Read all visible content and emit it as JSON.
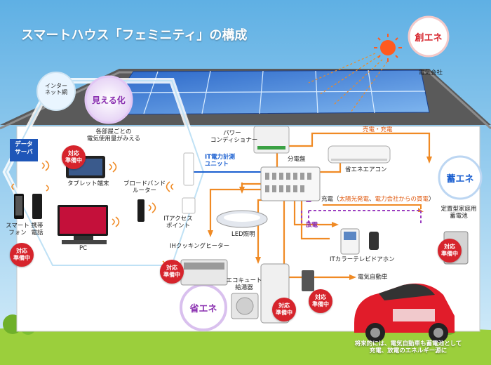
{
  "title": "スマートハウス「フェミニティ」の構成",
  "circles": {
    "create": "創エネ",
    "store": "蓄エネ",
    "save": "省エネ",
    "visualize": "見える化",
    "internet": "インター\nネット網"
  },
  "labels": {
    "data_server": "データ\nサーバ",
    "power_company": "電気会社",
    "power_conditioner": "パワー\nコンディショナー",
    "distribution_board": "分電盤",
    "it_meter": "IT電力計測\nユニット",
    "per_room": "各部屋ごとの\n電気使用量がみえる",
    "tablet": "タブレット端末",
    "router": "ブロードバンド\nルーター",
    "access_point": "ITアクセス\nポイント",
    "pc": "PC",
    "smartphone": "スマート\nフォン",
    "mobile": "携帯\n電話",
    "ih_heater": "IHクッキングヒーター",
    "led": "LED照明",
    "ecocute": "エコキュート\n給湯器",
    "air_conditioner": "省エネエアコン",
    "battery": "定置型家庭用\n蓄電池",
    "intercom": "ITカラーテレビドアホン",
    "ev": "電気自動車",
    "sell_charge": "売電・充電",
    "discharge": "放電",
    "footer": "将来的には、電気自動車も蓄電池として\n充電、放電のエネルギー源に"
  },
  "charge_line": {
    "prefix": "充電（",
    "solar": "太陽光発電",
    "sep": "、",
    "grid": "電力会社からの買電",
    "suffix": "）"
  },
  "badge_text": "対応\n準備中",
  "colors": {
    "sky": "#9fd0ee",
    "grass": "#9bcf3c",
    "badge": "#d6242c",
    "flow_orange": "#f08a24",
    "flow_purple": "#9b3fc0",
    "info_blue": "#1a5fd0"
  }
}
